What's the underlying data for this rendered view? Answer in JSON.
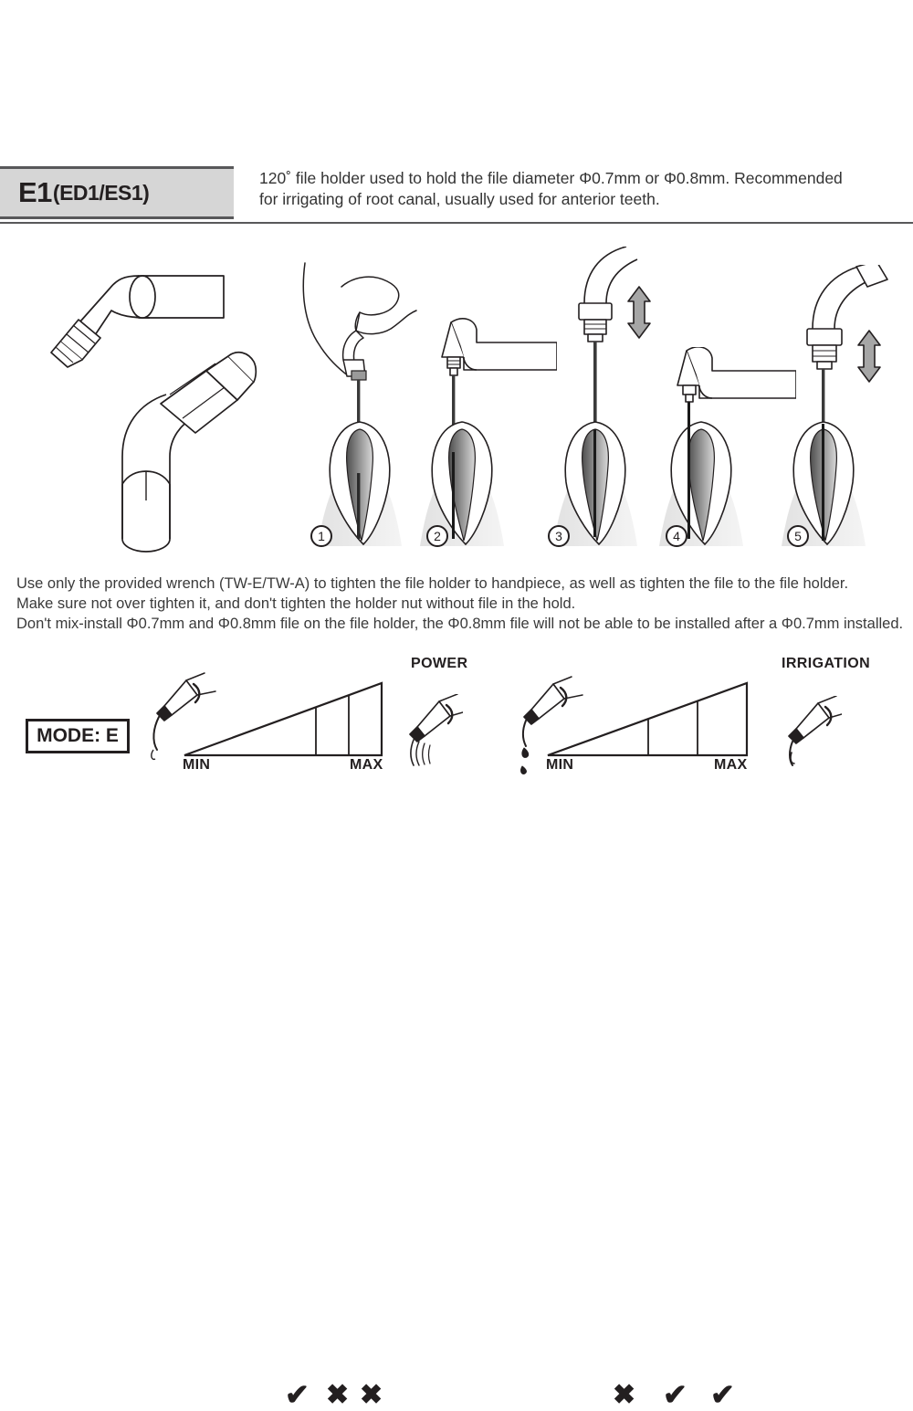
{
  "header": {
    "model_code": "E1",
    "model_variants": "(ED1/ES1)",
    "description_line1": "120˚ file holder used to hold the file diameter Φ0.7mm or Φ0.8mm. Recommended",
    "description_line2": "for irrigating of root canal, usually used for anterior teeth."
  },
  "product_views": [
    {
      "name": "tip-side-view",
      "caption": ""
    },
    {
      "name": "tip-angled-view",
      "caption": ""
    }
  ],
  "steps": [
    {
      "number": "1",
      "name": "step-hand-file-insert"
    },
    {
      "number": "2",
      "name": "step-handpiece-file"
    },
    {
      "number": "3",
      "name": "step-file-holder-vertical"
    },
    {
      "number": "4",
      "name": "step-handpiece-seated"
    },
    {
      "number": "5",
      "name": "step-holder-withdraw"
    }
  ],
  "notes": {
    "line1": "Use only the provided wrench (TW-E/TW-A) to tighten the file holder to handpiece, as well as tighten the file to the file holder.",
    "line2": "Make sure not over tighten it, and don't tighten the holder nut without file in the hold.",
    "line3": "Don't mix-install Φ0.7mm and Φ0.8mm file on the file holder, the Φ0.8mm file will not be able to be installed after a Φ0.7mm installed."
  },
  "settings": {
    "mode_label": "MODE: E",
    "power": {
      "title": "POWER",
      "min_label": "MIN",
      "max_label": "MAX",
      "segments": [
        "✔",
        "✖",
        "✖"
      ]
    },
    "irrigation": {
      "title": "IRRIGATION",
      "min_label": "MIN",
      "max_label": "MAX",
      "segments": [
        "✖",
        "✔",
        "✔"
      ]
    }
  },
  "colors": {
    "ink": "#231f20",
    "tag_background": "#d6d6d6",
    "rule": "#58585a",
    "arrow_gray": "#a6a6a6",
    "tooth_gum": "#e8e8e8",
    "tooth_pulp": "#6f6f6f"
  }
}
